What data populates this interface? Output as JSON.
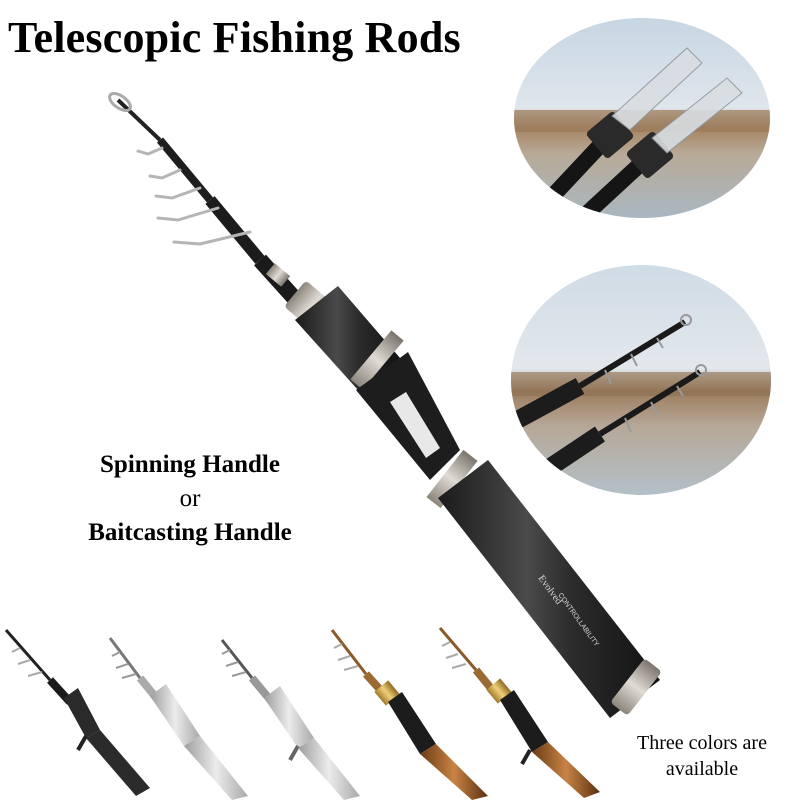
{
  "title": "Telescopic Fishing Rods",
  "handle_options": {
    "option_1": "Spinning Handle",
    "connector": "or",
    "option_2": "Baitcasting Handle"
  },
  "colors_note": {
    "line_1": "Three colors are",
    "line_2": "available"
  },
  "main_rod_print": {
    "brand": "Evolved",
    "tagline": "CONTROLLABILITY"
  },
  "colors": {
    "carbon": "#2a2a2a",
    "silver": "#c9c9c9",
    "wood": "#9a5a25",
    "chrome": "#b9b4ac",
    "sky": "#c3d3e0",
    "water": "#aab8c2",
    "trees": "#9b7a5a"
  }
}
